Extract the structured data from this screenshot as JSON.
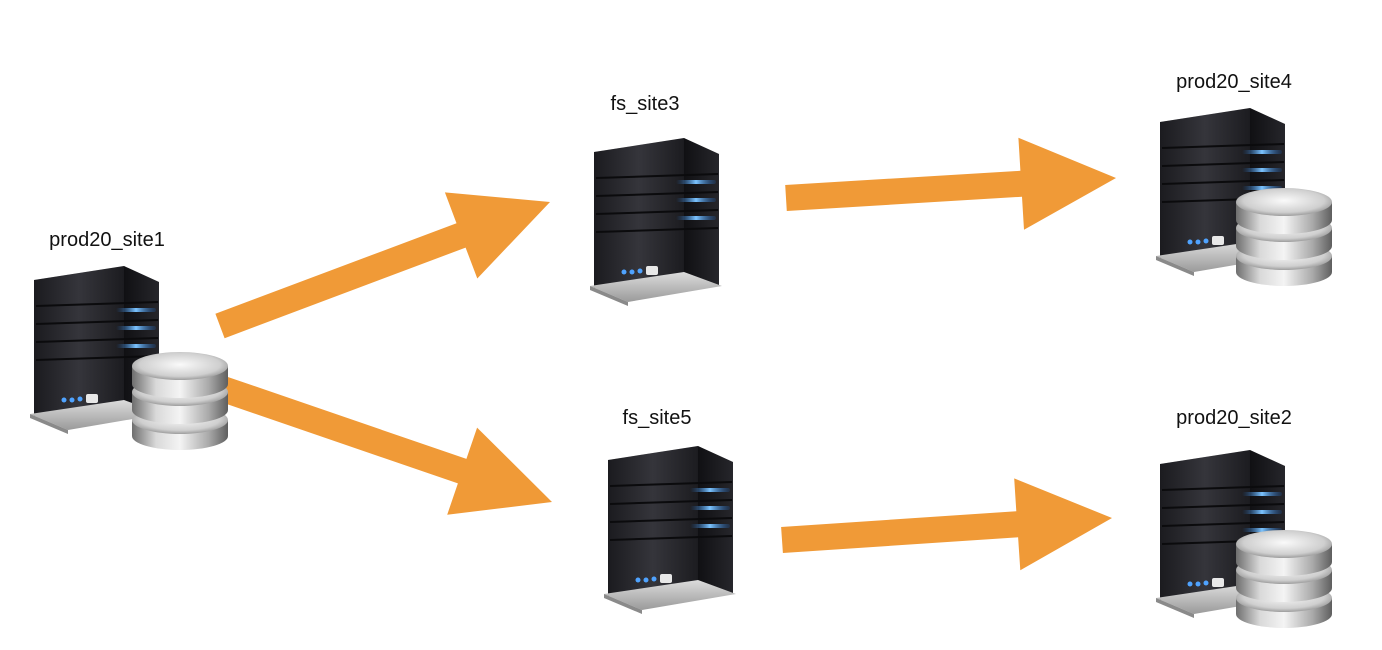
{
  "nodes": [
    {
      "id": "site1",
      "label": "prod20_site1",
      "icon": "database-server-icon",
      "has_database": true
    },
    {
      "id": "site3",
      "label": "fs_site3",
      "icon": "server-icon",
      "has_database": false
    },
    {
      "id": "site5",
      "label": "fs_site5",
      "icon": "server-icon",
      "has_database": false
    },
    {
      "id": "site4",
      "label": "prod20_site4",
      "icon": "database-server-icon",
      "has_database": true
    },
    {
      "id": "site2",
      "label": "prod20_site2",
      "icon": "database-server-icon",
      "has_database": true
    }
  ],
  "edges": [
    {
      "from": "site1",
      "to": "site3"
    },
    {
      "from": "site1",
      "to": "site5"
    },
    {
      "from": "site3",
      "to": "site4"
    },
    {
      "from": "site5",
      "to": "site2"
    }
  ],
  "colors": {
    "arrow": "#F09A37",
    "server_body": "#2a2a2f",
    "server_light": "#4fa3ff",
    "db_silver": "#bdbdbd"
  }
}
